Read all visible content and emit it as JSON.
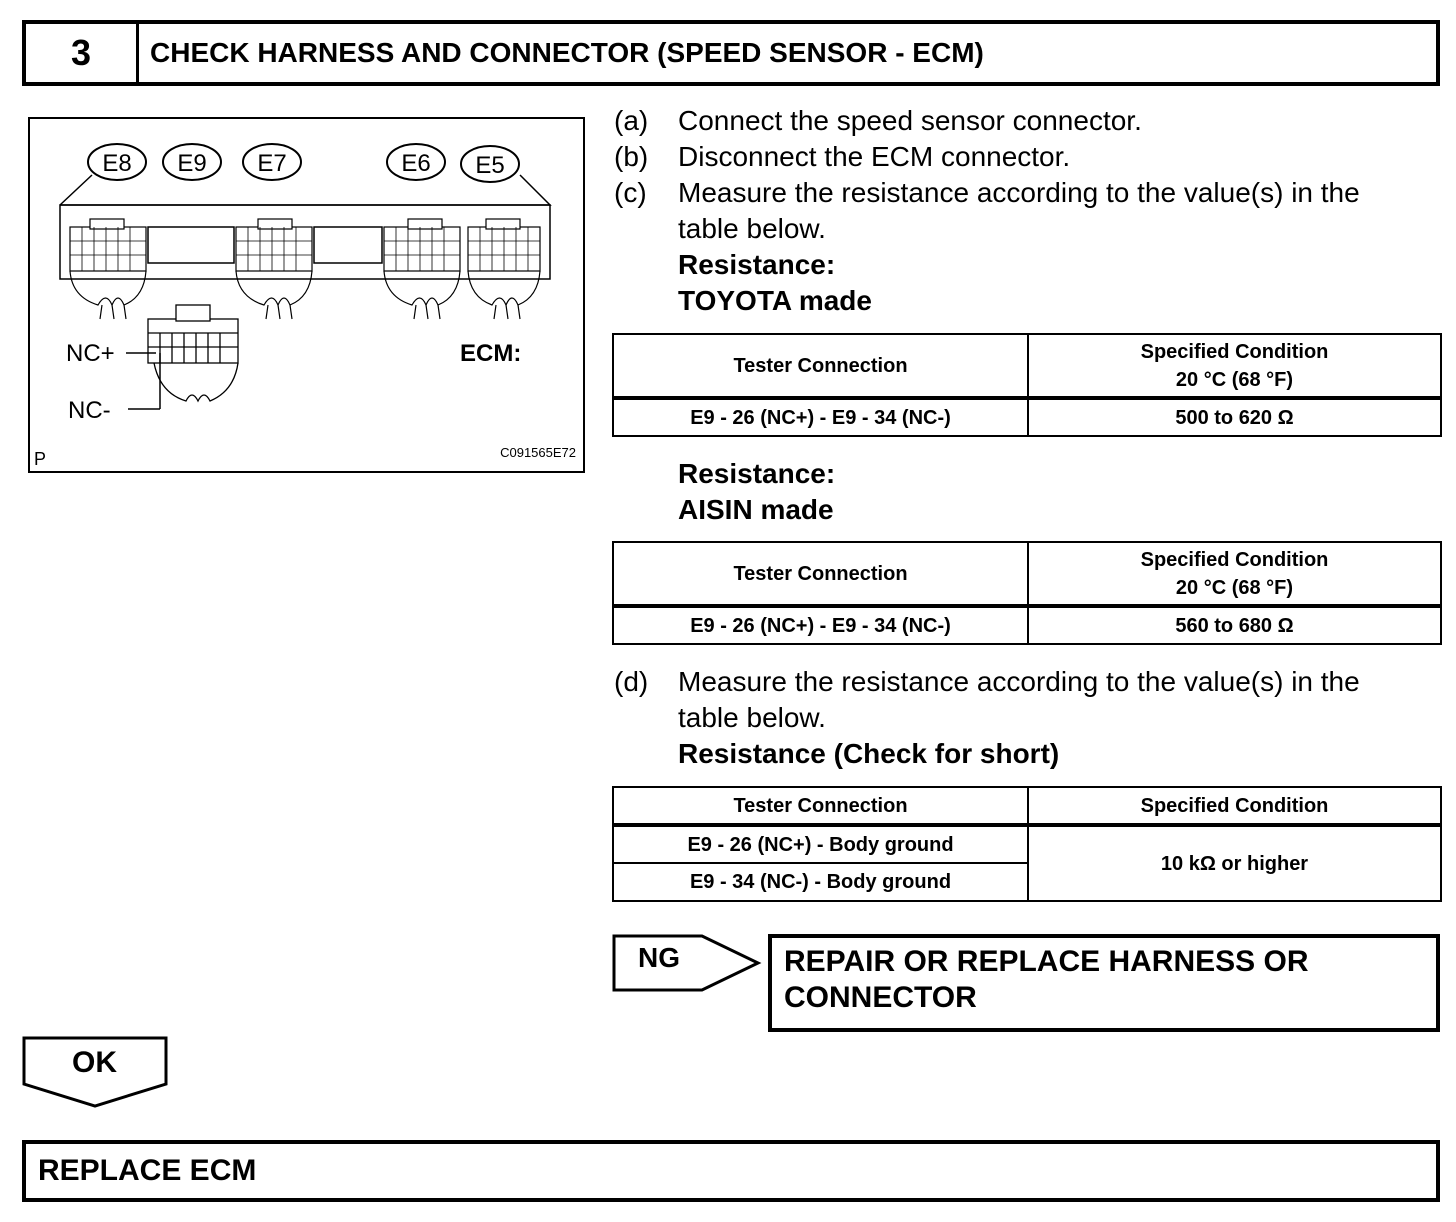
{
  "header": {
    "step_number": "3",
    "title": "CHECK HARNESS AND CONNECTOR (SPEED SENSOR - ECM)"
  },
  "figure": {
    "connectors": [
      "E8",
      "E9",
      "E7",
      "E6",
      "E5"
    ],
    "pin_labels": {
      "nc_plus": "NC+",
      "nc_minus": "NC-"
    },
    "ecm_label": "ECM:",
    "corner_letter": "P",
    "figure_code": "C091565E72"
  },
  "steps": [
    {
      "label": "(a)",
      "lines": [
        "Connect the speed sensor connector."
      ]
    },
    {
      "label": "(b)",
      "lines": [
        "Disconnect the ECM connector."
      ]
    },
    {
      "label": "(c)",
      "lines": [
        "Measure the resistance according to the value(s) in the",
        "table below."
      ]
    },
    {
      "label": "(d)",
      "lines": [
        "Measure the resistance according to the value(s) in the",
        "table below."
      ]
    }
  ],
  "resistance_toyota": {
    "heading": "Resistance:",
    "subheading": "TOYOTA made",
    "col_headers": [
      "Tester Connection",
      "Specified Condition",
      "20 °C (68 °F)"
    ],
    "rows": [
      {
        "connection": "E9 - 26 (NC+) - E9 - 34 (NC-)",
        "condition": "500 to 620 Ω"
      }
    ]
  },
  "resistance_aisin": {
    "heading": "Resistance:",
    "subheading": "AISIN made",
    "col_headers": [
      "Tester Connection",
      "Specified Condition",
      "20 °C (68 °F)"
    ],
    "rows": [
      {
        "connection": "E9 - 26 (NC+) - E9 - 34 (NC-)",
        "condition": "560 to 680 Ω"
      }
    ]
  },
  "short_check": {
    "heading": "Resistance (Check for short)",
    "col_headers": [
      "Tester Connection",
      "Specified Condition"
    ],
    "rows": [
      "E9 - 26 (NC+) - Body ground",
      "E9 - 34 (NC-) - Body ground"
    ],
    "condition": "10 kΩ or higher"
  },
  "ng": {
    "label": "NG",
    "result_lines": [
      "REPAIR OR REPLACE HARNESS OR",
      "CONNECTOR"
    ]
  },
  "ok": {
    "label": "OK"
  },
  "final": {
    "text": "REPLACE ECM"
  }
}
